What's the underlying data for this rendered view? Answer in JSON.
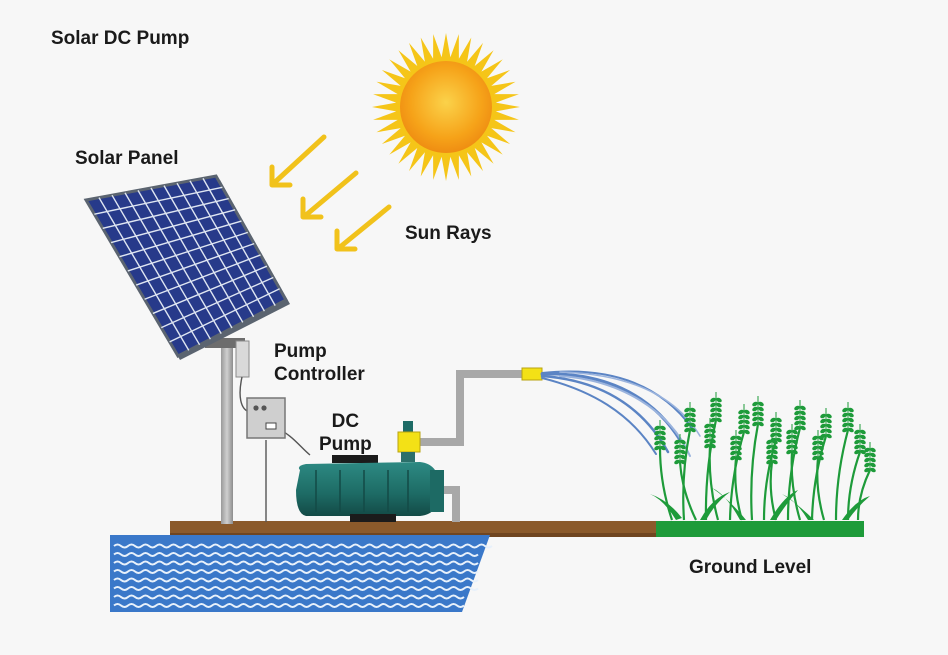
{
  "title": "Solar DC Pump",
  "labels": {
    "solar_panel": "Solar Panel",
    "sun_rays": "Sun Rays",
    "pump_controller_line1": "Pump",
    "pump_controller_line2": "Controller",
    "dc_pump_line1": "DC",
    "dc_pump_line2": "Pump",
    "ground_level": "Ground Level"
  },
  "colors": {
    "background": "#f7f7f7",
    "panel_cell": "#1b2a6b",
    "panel_frame": "#5b6470",
    "sun_core": "#f7a21b",
    "sun_rays": "#f5c518",
    "ray_arrows": "#f1c21b",
    "pump_body": "#1f6b66",
    "pipe": "#a8a8a8",
    "ground": "#8b5a2b",
    "grass": "#1e9b3a",
    "water": "#3a78c9",
    "water_spray": "#5b84c4"
  },
  "icons": [
    "sun-icon",
    "solar-panel-icon",
    "pump-controller-icon",
    "dc-pump-icon",
    "water-well-icon",
    "wheat-plants-icon"
  ]
}
